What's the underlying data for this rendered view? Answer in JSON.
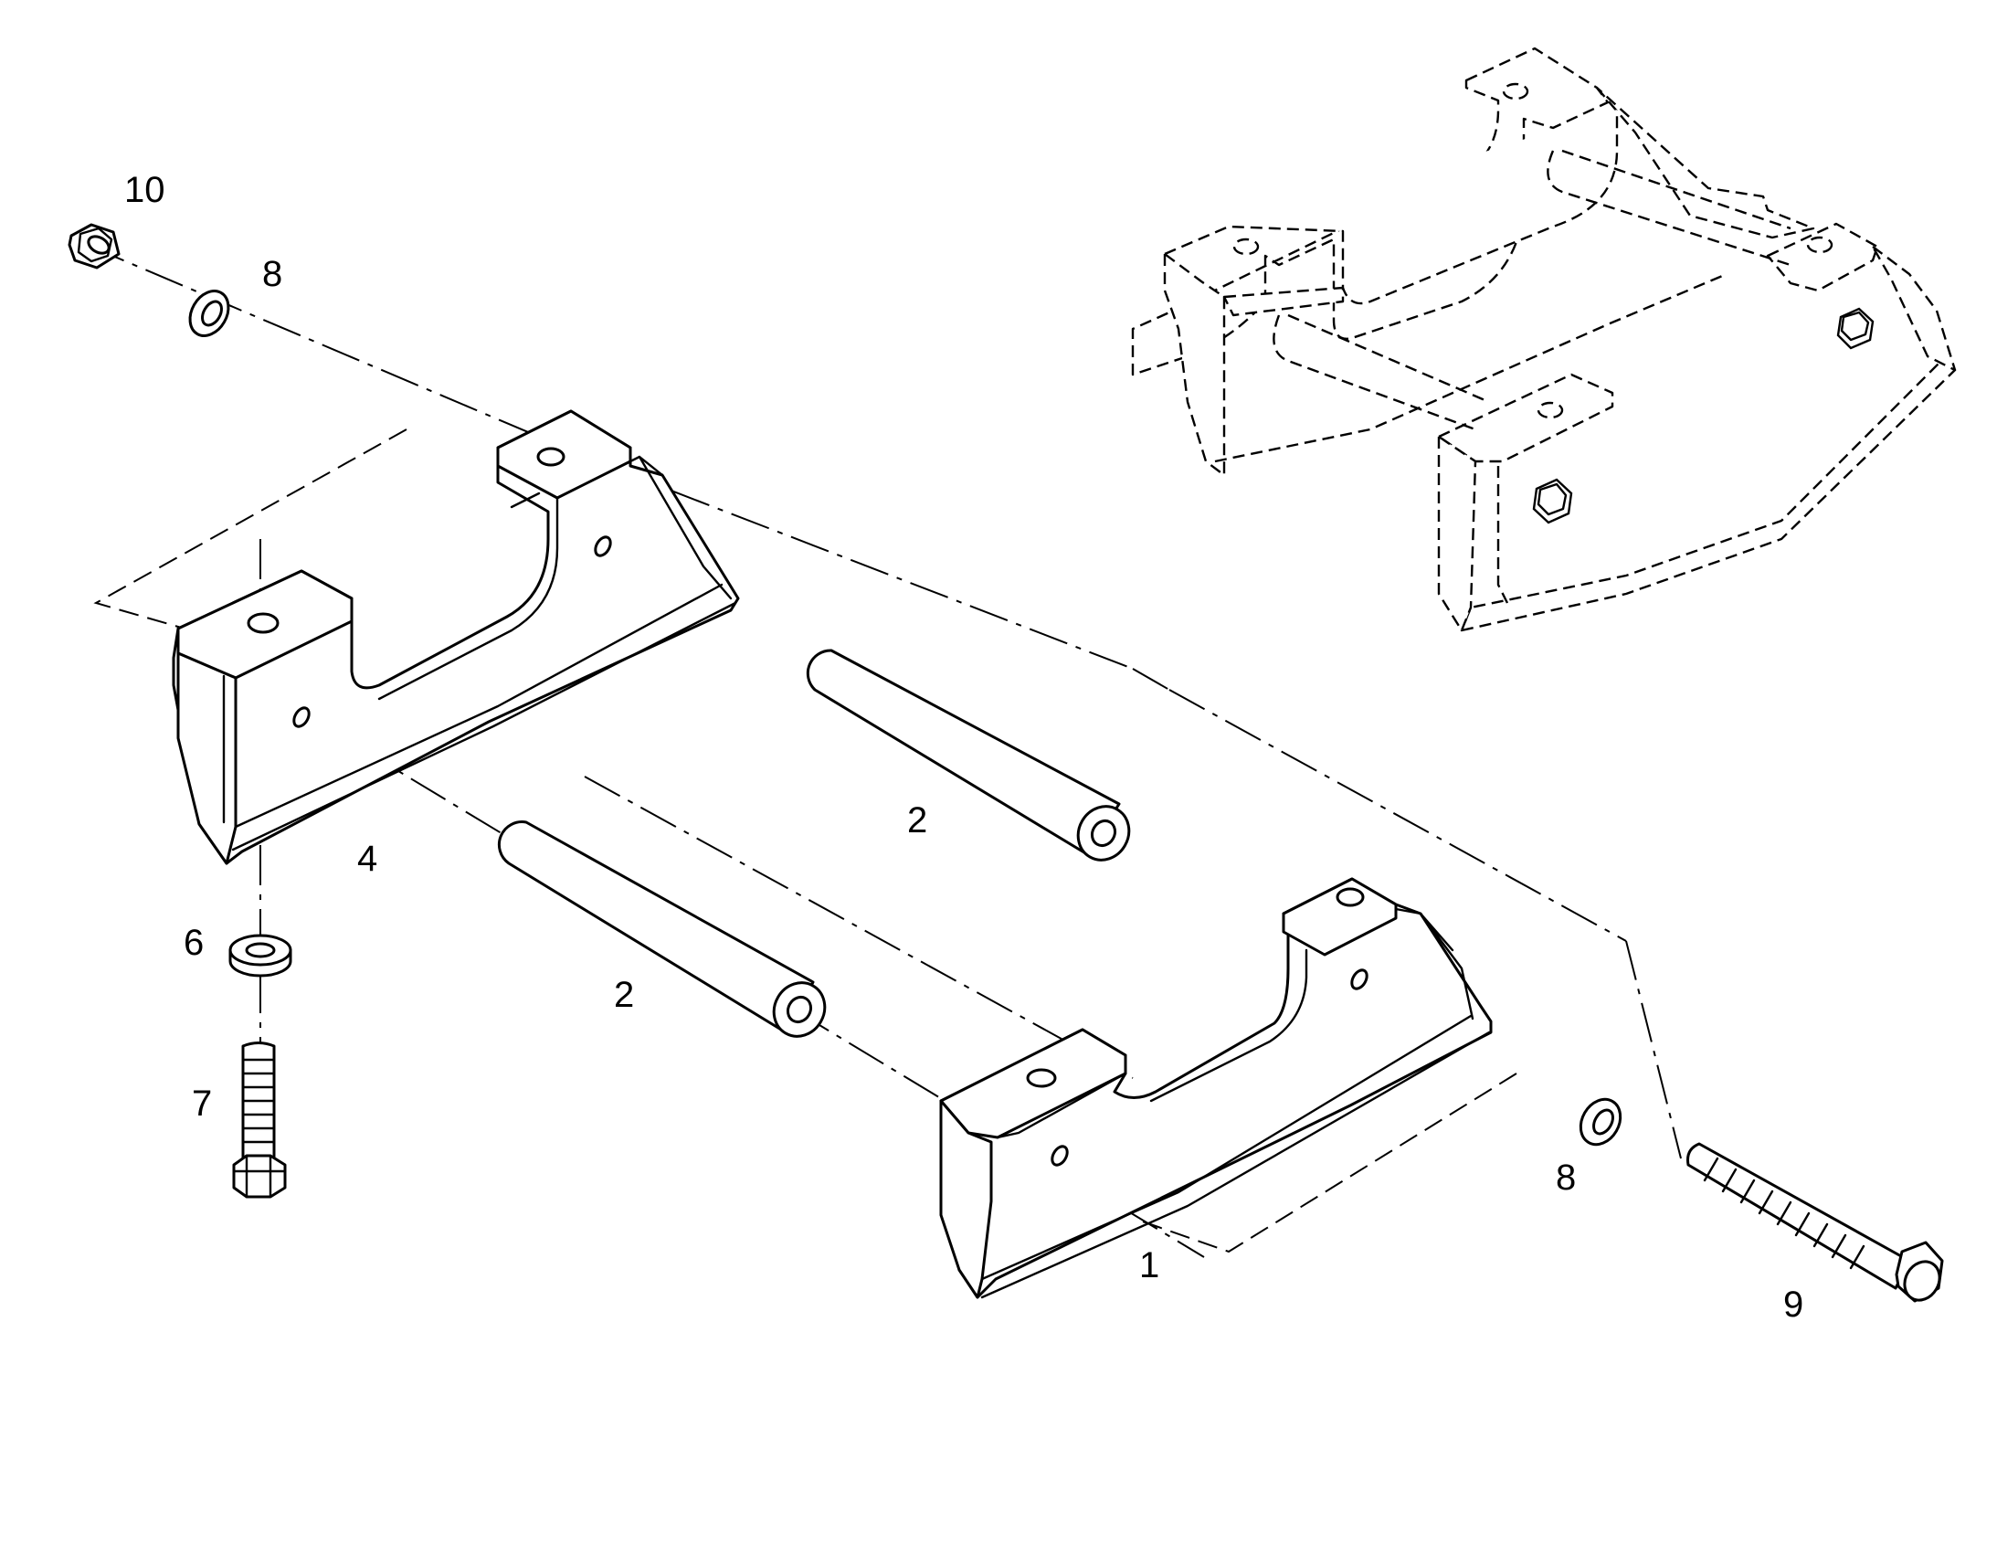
{
  "callouts": {
    "c10": "10",
    "c8_top": "8",
    "c4": "4",
    "c2_upper": "2",
    "c2_lower": "2",
    "c6": "6",
    "c7": "7",
    "c1": "1",
    "c8_right": "8",
    "c9": "9"
  },
  "colors": {
    "line": "#000000",
    "background": "#ffffff"
  },
  "icons": [
    "hex-nut-icon",
    "washer-icon",
    "hex-bolt-icon",
    "spacer-tube-icon",
    "bracket-icon"
  ]
}
